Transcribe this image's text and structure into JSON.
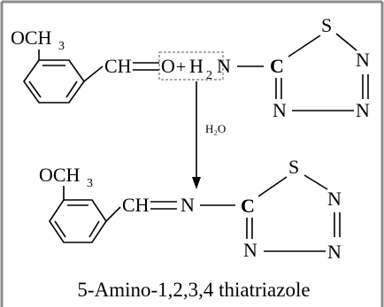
{
  "labels": {
    "och3": "OCH",
    "sub3": "3",
    "ch": "CH",
    "o": "O",
    "plus": "+",
    "h": "H",
    "sub2": "2",
    "n": "N",
    "c": "C",
    "s": "S",
    "h2o": "H₂O",
    "caption": "5-Amino-1,2,3,4 thiatriazole"
  }
}
